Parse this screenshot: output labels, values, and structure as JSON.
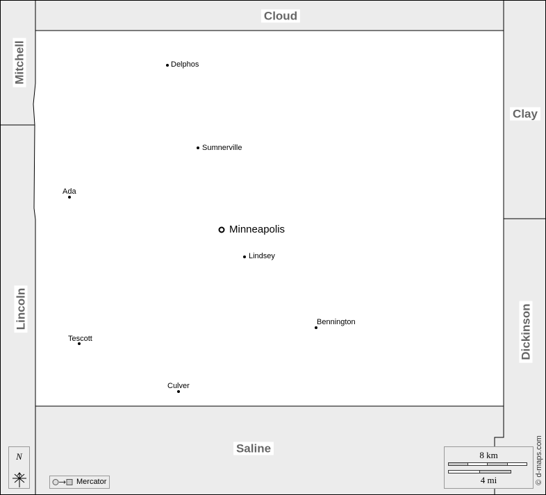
{
  "neighbors": {
    "top": "Cloud",
    "left_top": "Mitchell",
    "left_bottom": "Lincoln",
    "right_top": "Clay",
    "right_bottom": "Dickinson",
    "bottom": "Saline"
  },
  "county_seat": "Minneapolis",
  "towns": [
    "Delphos",
    "Sumnerville",
    "Ada",
    "Lindsey",
    "Bennington",
    "Tescott",
    "Culver"
  ],
  "scale": {
    "km": "8 km",
    "mi": "4 mi"
  },
  "compass": "N",
  "projection": "Mercator",
  "credit": "© d-maps.com"
}
